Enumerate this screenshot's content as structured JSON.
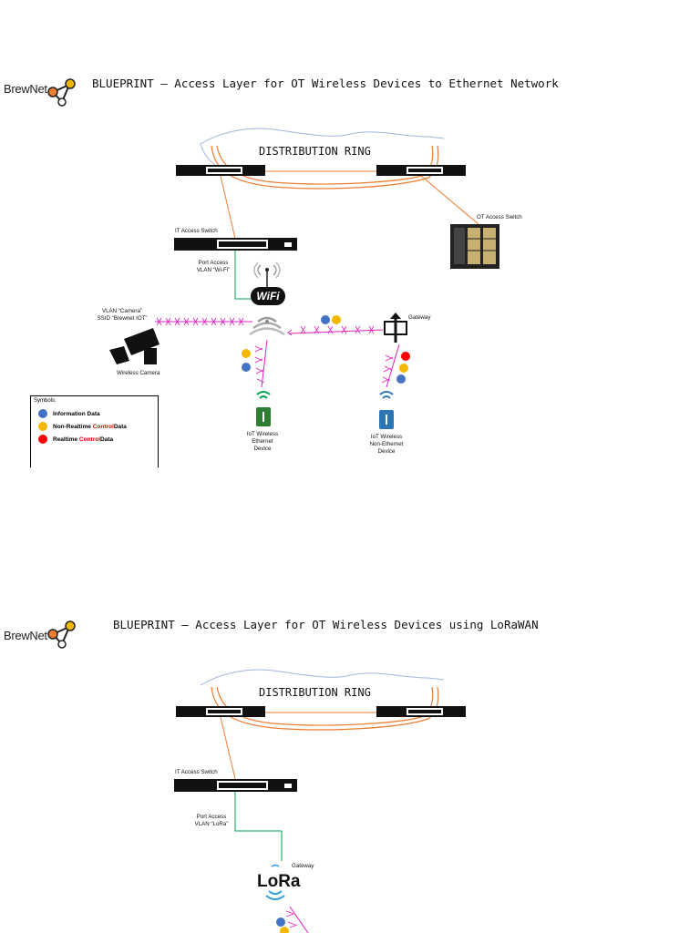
{
  "colors": {
    "information": "#4472c4",
    "non_realtime": "#f5b800",
    "realtime": "#ff0000",
    "fiber": "#ed7d31",
    "ethernet": "#00a050",
    "wireless": "#e020c0",
    "ring": "#9fb4d8"
  },
  "logo": {
    "text": "BrewNet"
  },
  "panel1": {
    "title": "BLUEPRINT – Access Layer for OT Wireless Devices to Ethernet Network",
    "ring_label": "DISTRIBUTION RING",
    "it_switch_label": "IT Access Switch",
    "ot_switch_label": "OT Access Switch",
    "port_access": [
      "Port Access",
      "VLAN “Wi-Fi”"
    ],
    "wifi_label": "WiFi",
    "vlan_camera": [
      "VLAN “Camera”",
      "SSID “Brewnet IOT”"
    ],
    "camera_label": "Wireless Camera",
    "gateway_label": "Gateway",
    "iot_ethernet": [
      "IoT Wireless",
      "Ethernet",
      "Device"
    ],
    "iot_non_ethernet": [
      "IoT Wireless",
      "Non-Ethernet",
      "Device"
    ],
    "legend": {
      "header": "Symbols:",
      "info": "Information Data",
      "non_realtime_pre": "Non-Realtime ",
      "non_realtime_red": "Control",
      "non_realtime_post": " Data",
      "realtime_pre": "Realtime ",
      "realtime_red": "Control",
      "realtime_post": " Data"
    }
  },
  "panel2": {
    "title": "BLUEPRINT – Access Layer for OT Wireless Devices using LoRaWAN",
    "ring_label": "DISTRIBUTION RING",
    "it_switch_label": "IT Access Switch",
    "port_access": [
      "Port Access",
      "VLAN “LoRa”"
    ],
    "gateway_label": "Gateway",
    "lora_label": "LoRa"
  }
}
